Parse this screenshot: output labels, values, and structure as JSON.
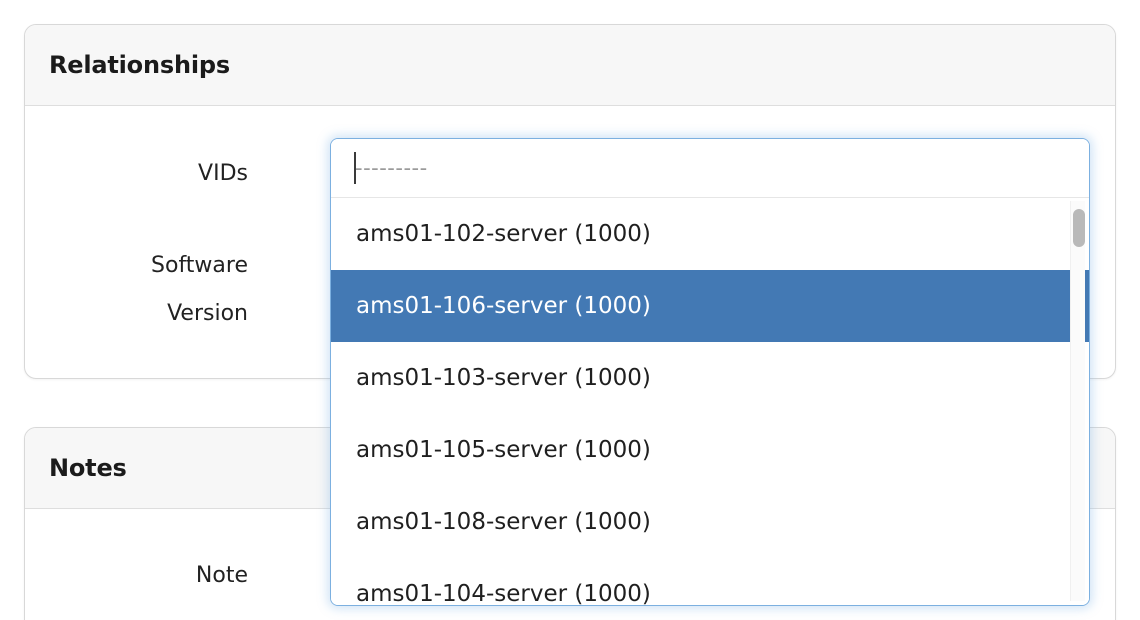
{
  "cards": {
    "relationships": {
      "title": "Relationships",
      "fields": {
        "vids_label": "VIDs",
        "software_label_line1": "Software",
        "software_label_line2": "Version"
      }
    },
    "notes": {
      "title": "Notes",
      "fields": {
        "note_label": "Note"
      }
    }
  },
  "select": {
    "search_value": "",
    "search_placeholder": "---------",
    "options": [
      {
        "label": "ams01-102-server (1000)",
        "highlighted": false
      },
      {
        "label": "ams01-106-server (1000)",
        "highlighted": true
      },
      {
        "label": "ams01-103-server (1000)",
        "highlighted": false
      },
      {
        "label": "ams01-105-server (1000)",
        "highlighted": false
      },
      {
        "label": "ams01-108-server (1000)",
        "highlighted": false
      },
      {
        "label": "ams01-104-server (1000)",
        "highlighted": false
      }
    ],
    "highlight_color": "#4379b4",
    "focus_border_color": "#7cb0e0"
  }
}
